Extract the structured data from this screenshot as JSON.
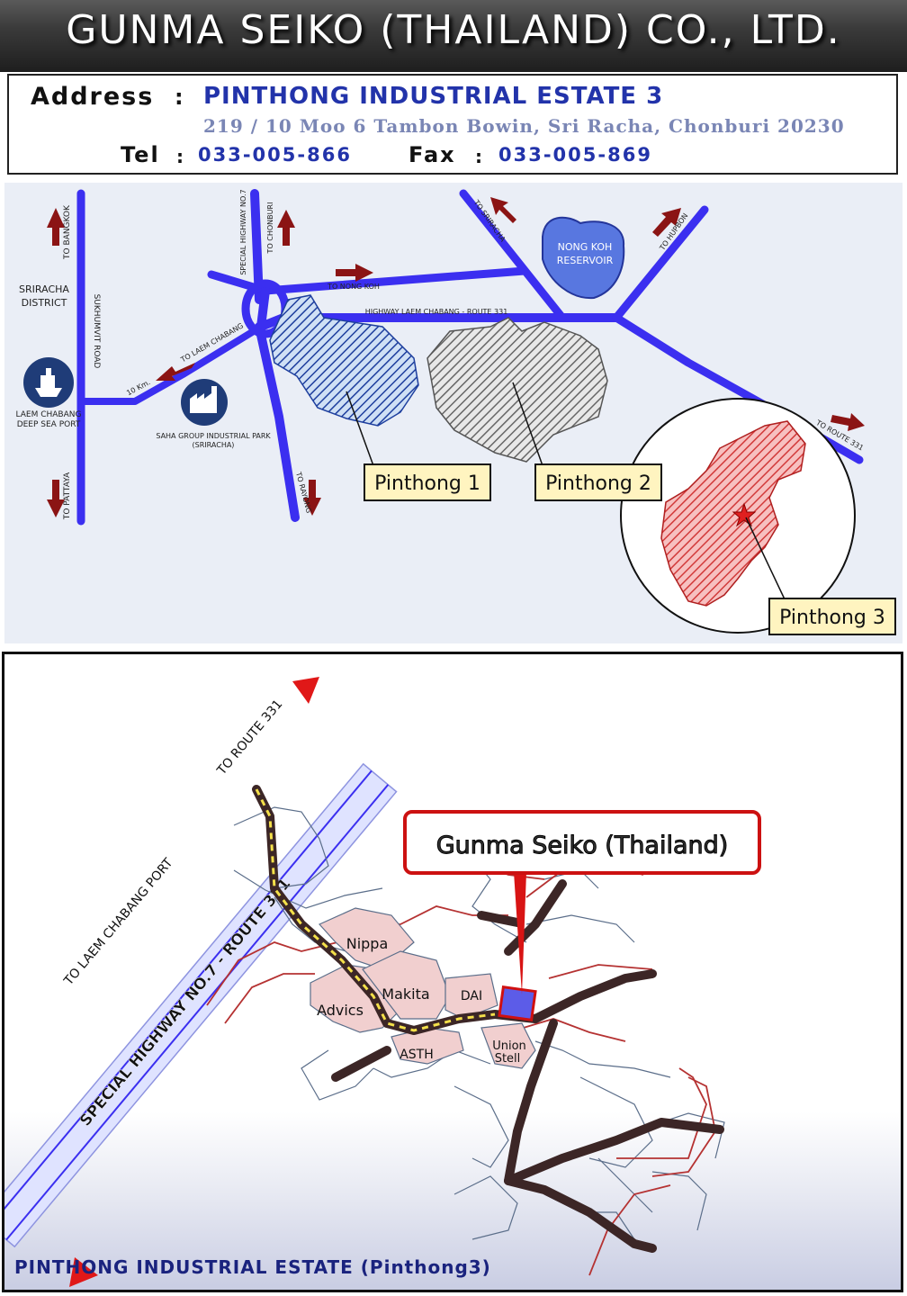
{
  "header": {
    "title": "GUNMA SEIKO (THAILAND) CO., LTD."
  },
  "address": {
    "label": "Address",
    "sep": ":",
    "line1": "PINTHONG INDUSTRIAL ESTATE 3",
    "line2": "219 / 10 Moo 6 Tambon Bowin, Sri Racha, Chonburi 20230",
    "tel_label": "Tel",
    "tel": "033-005-866",
    "fax_label": "Fax",
    "fax": "033-005-869"
  },
  "map1": {
    "to_bangkok": "TO BANGKOK",
    "to_pattaya": "TO PATTAYA",
    "sukhumvit": "SUKHUMVIT ROAD",
    "sriracha_1": "SRIRACHA",
    "sriracha_2": "DISTRICT",
    "port_1": "LAEM CHABANG",
    "port_2": "DEEP SEA PORT",
    "special_hwy": "SPECIAL HIGHWAY NO.7",
    "to_chonburi": "TO CHONBURI",
    "to_nong_koh": "TO NONG KOH",
    "to_laem_chabang": "TO LAEM CHABANG",
    "km": "10 Km.",
    "saha_1": "SAHA GROUP INDUSTRIAL PARK",
    "saha_2": "(SRIRACHA)",
    "to_rayong": "TO RAYONG",
    "hwy331": "HIGHWAY LAEM CHABANG - ROUTE 331",
    "to_sriracha": "TO SRIRACHA",
    "reservoir_1": "NONG KOH",
    "reservoir_2": "RESERVOIR",
    "to_hupbon": "TO HUPBON",
    "to_route331": "TO ROUTE 331",
    "pinthong1": "Pinthong 1",
    "pinthong2": "Pinthong 2",
    "pinthong3": "Pinthong 3"
  },
  "map2": {
    "to_route331": "TO ROUTE 331",
    "highway": "SPECIAL HIGHWAY NO.7 - ROUTE 331",
    "to_port": "TO LAEM CHABANG PORT",
    "callout": "Gunma Seiko (Thailand)",
    "nippa": "Nippa",
    "makita": "Makita",
    "dai": "DAI",
    "advics": "Advics",
    "asth": "ASTH",
    "union_1": "Union",
    "union_2": "Stell"
  },
  "footer": {
    "text": "PINTHONG INDUSTRIAL ESTATE (Pinthong3)"
  },
  "colors": {
    "road": "#3b2ff0",
    "marker": "#cc1111",
    "callout_bg": "#fff4c0"
  }
}
